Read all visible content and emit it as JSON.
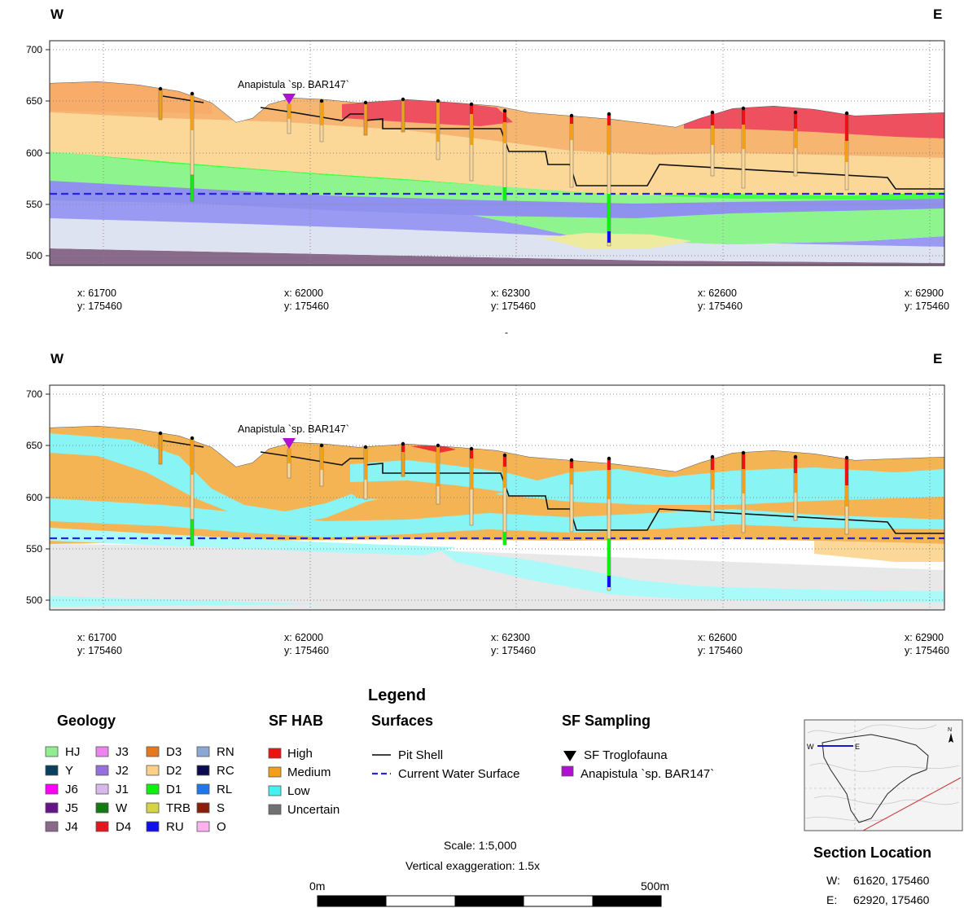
{
  "directions": {
    "west": "W",
    "east": "E"
  },
  "axis": {
    "elevation_ticks": [
      "700",
      "650",
      "600",
      "550",
      "500"
    ],
    "x_coords": [
      {
        "x": "x: 61700",
        "y": "y: 175460"
      },
      {
        "x": "x: 62000",
        "y": "y: 175460"
      },
      {
        "x": "x: 62300",
        "y": "y: 175460"
      },
      {
        "x": "x: 62600",
        "y": "y: 175460"
      },
      {
        "x": "x: 62900",
        "y": "y: 175460"
      }
    ]
  },
  "sections": [
    {
      "species_label": "Anapistula `sp. BAR147`"
    },
    {
      "species_label": "Anapistula `sp. BAR147`"
    }
  ],
  "separator": "-",
  "legend": {
    "title": "Legend",
    "geology": {
      "title": "Geology",
      "items": [
        {
          "label": "HJ",
          "color": "#90ee90"
        },
        {
          "label": "Y",
          "color": "#0b3d5c"
        },
        {
          "label": "J6",
          "color": "#ff00ff"
        },
        {
          "label": "J5",
          "color": "#66148a"
        },
        {
          "label": "J4",
          "color": "#8a6a8a"
        },
        {
          "label": "J3",
          "color": "#ee82ee"
        },
        {
          "label": "J2",
          "color": "#9370db"
        },
        {
          "label": "J1",
          "color": "#d8b8e8"
        },
        {
          "label": "W",
          "color": "#117a11"
        },
        {
          "label": "D4",
          "color": "#e8141e"
        },
        {
          "label": "D3",
          "color": "#e8781e"
        },
        {
          "label": "D2",
          "color": "#fcd088"
        },
        {
          "label": "D1",
          "color": "#11ee11"
        },
        {
          "label": "TRB",
          "color": "#d4d444"
        },
        {
          "label": "RU",
          "color": "#1010ee"
        },
        {
          "label": "RN",
          "color": "#8aa8d4"
        },
        {
          "label": "RC",
          "color": "#0a0a50"
        },
        {
          "label": "RL",
          "color": "#1e78e8"
        },
        {
          "label": "S",
          "color": "#8a1e0a"
        },
        {
          "label": "O",
          "color": "#ffb0ee"
        }
      ]
    },
    "hab": {
      "title": "SF HAB",
      "items": [
        {
          "label": "High",
          "color": "#ee1111"
        },
        {
          "label": "Medium",
          "color": "#f2a019"
        },
        {
          "label": "Low",
          "color": "#44f0f0"
        },
        {
          "label": "Uncertain",
          "color": "#707070"
        }
      ]
    },
    "surfaces": {
      "title": "Surfaces",
      "items": [
        {
          "label": "Pit Shell",
          "color": "#000000"
        },
        {
          "label": "Current Water Surface",
          "color": "#2626e0"
        }
      ]
    },
    "sampling": {
      "title": "SF Sampling",
      "items": [
        {
          "label": "SF Troglofauna",
          "color": "#000000"
        },
        {
          "label": "Anapistula `sp. BAR147`",
          "color": "#b010d0"
        }
      ]
    }
  },
  "scale": {
    "ratio": "Scale: 1:5,000",
    "exaggeration": "Vertical exaggeration: 1.5x",
    "start_label": "0m",
    "end_label": "500m"
  },
  "location": {
    "title": "Section Location",
    "inset_w": "W",
    "inset_e": "E",
    "north": "N",
    "w_label": "W:",
    "w_value": "61620, 175460",
    "e_label": "E:",
    "e_value": "62920, 175460"
  },
  "colors": {
    "water": "#2626e0",
    "pit": "#111111",
    "species_marker": "#b010d0",
    "grid": "#888888"
  }
}
